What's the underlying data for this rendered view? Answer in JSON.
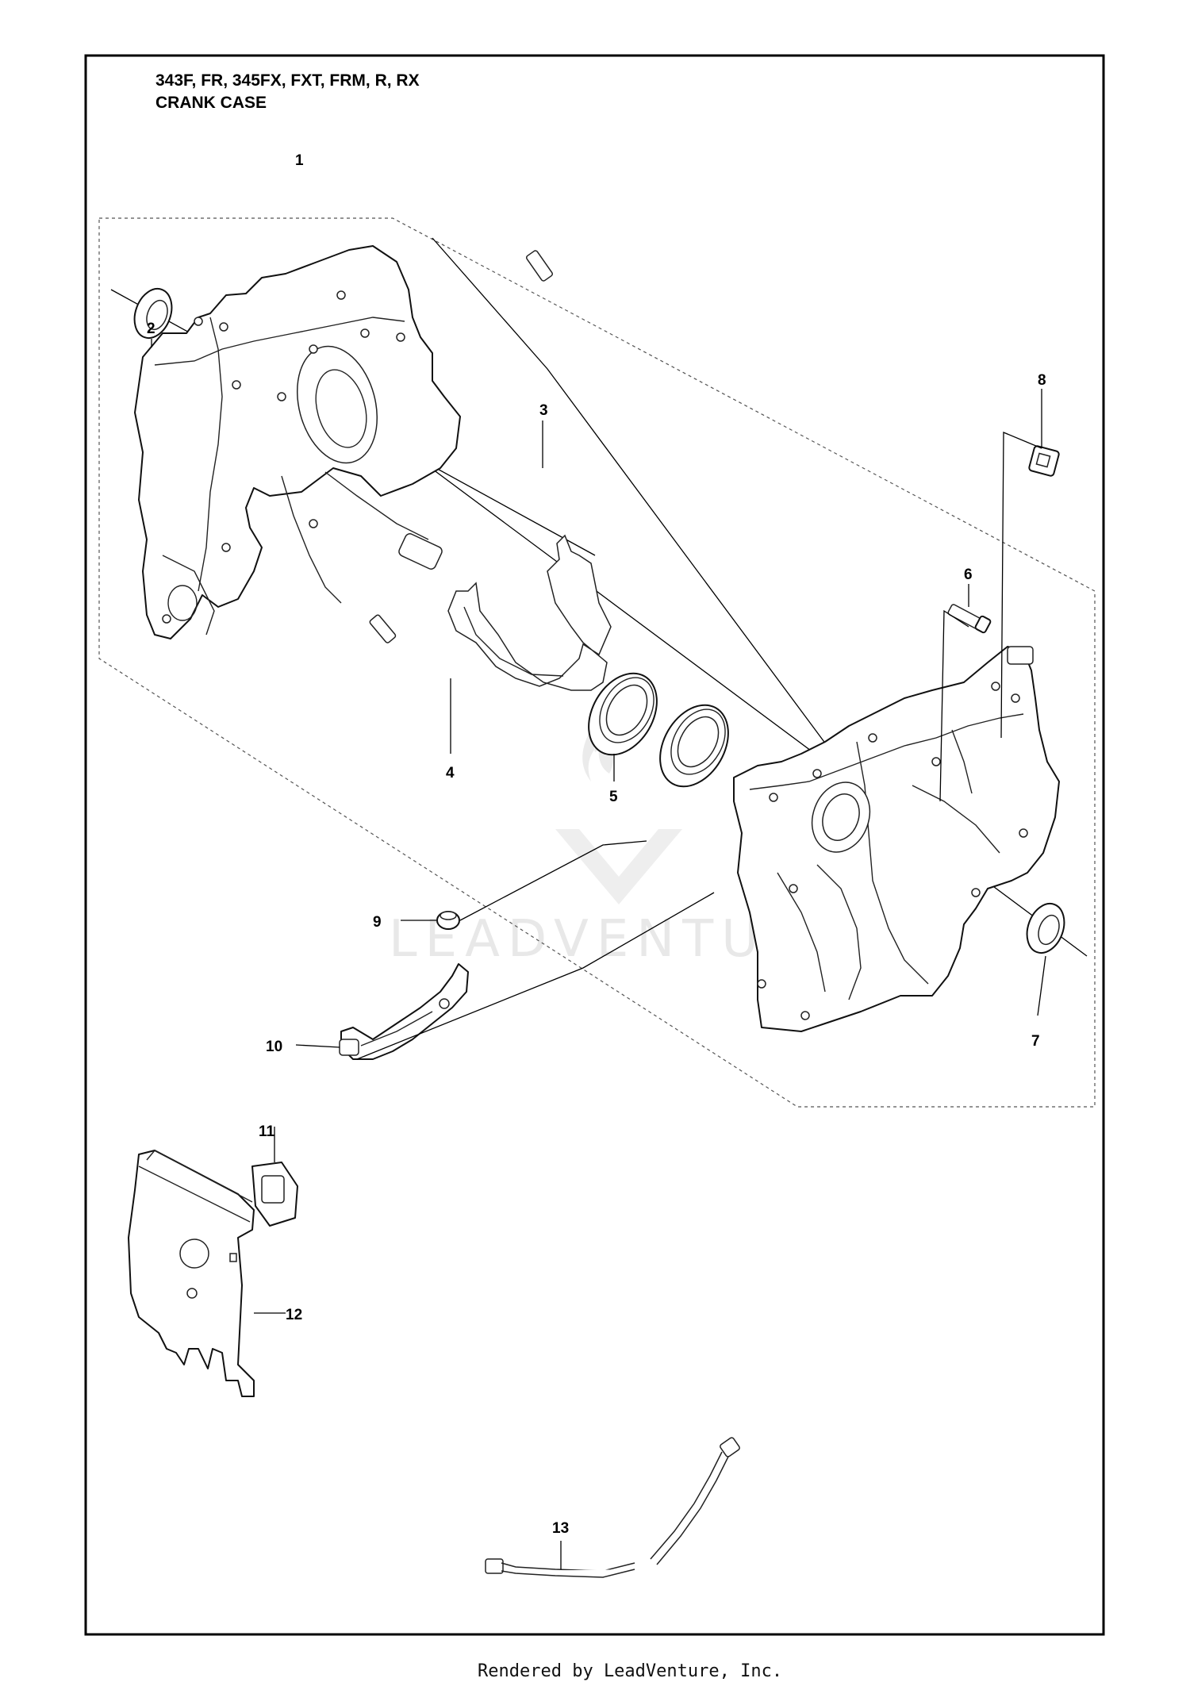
{
  "header": {
    "models": "343F, FR, 345FX, FXT, FRM, R, RX",
    "section": "CRANK CASE"
  },
  "callouts": [
    {
      "number": "1"
    },
    {
      "number": "2"
    },
    {
      "number": "3"
    },
    {
      "number": "4"
    },
    {
      "number": "5"
    },
    {
      "number": "6"
    },
    {
      "number": "7"
    },
    {
      "number": "8"
    },
    {
      "number": "9"
    },
    {
      "number": "10"
    },
    {
      "number": "11"
    },
    {
      "number": "12"
    },
    {
      "number": "13"
    }
  ],
  "watermark": {
    "brand": "LEADVENTURE"
  },
  "footer": {
    "credit": "Rendered by LeadVenture, Inc."
  }
}
